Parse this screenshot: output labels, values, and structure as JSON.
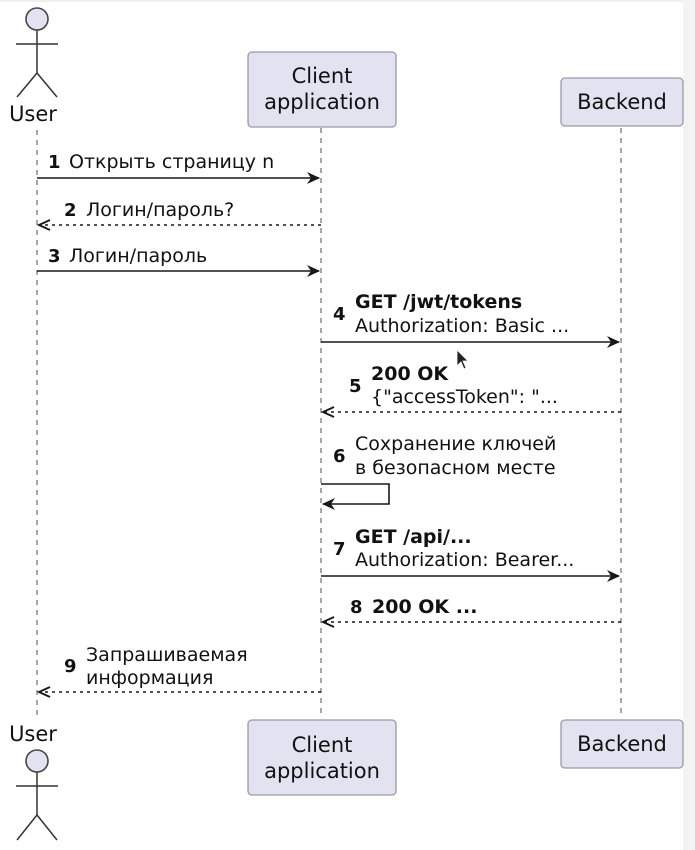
{
  "participants": {
    "user": {
      "label": "User"
    },
    "client": {
      "label_line1": "Client",
      "label_line2": "application"
    },
    "backend": {
      "label": "Backend"
    }
  },
  "messages": [
    {
      "num": "1",
      "lines": [
        "Открыть страницу n"
      ],
      "bold_first": false,
      "from": "user",
      "to": "client",
      "dashed": false
    },
    {
      "num": "2",
      "lines": [
        "Логин/пароль?"
      ],
      "bold_first": false,
      "from": "client",
      "to": "user",
      "dashed": true
    },
    {
      "num": "3",
      "lines": [
        "Логин/пароль"
      ],
      "bold_first": false,
      "from": "user",
      "to": "client",
      "dashed": false
    },
    {
      "num": "4",
      "lines": [
        "GET /jwt/tokens",
        "Authorization: Basic ..."
      ],
      "bold_first": true,
      "from": "client",
      "to": "backend",
      "dashed": false
    },
    {
      "num": "5",
      "lines": [
        "200 OK",
        "{\"accessToken\": \"..."
      ],
      "bold_first": true,
      "from": "backend",
      "to": "client",
      "dashed": true
    },
    {
      "num": "6",
      "lines": [
        "Сохранение ключей",
        "в безопасном месте"
      ],
      "bold_first": false,
      "from": "client",
      "to": "client",
      "dashed": false
    },
    {
      "num": "7",
      "lines": [
        "GET /api/...",
        "Authorization: Bearer..."
      ],
      "bold_first": true,
      "from": "client",
      "to": "backend",
      "dashed": false
    },
    {
      "num": "8",
      "lines": [
        "200 OK ..."
      ],
      "bold_first": true,
      "from": "backend",
      "to": "client",
      "dashed": true
    },
    {
      "num": "9",
      "lines": [
        "Запрашиваемая",
        "информация"
      ],
      "bold_first": false,
      "from": "client",
      "to": "user",
      "dashed": true
    }
  ],
  "colors": {
    "participant_fill": "#e2e2f0",
    "participant_border": "#9a9aa6",
    "arrow": "#181818",
    "lifeline": "#7a7a7a"
  }
}
